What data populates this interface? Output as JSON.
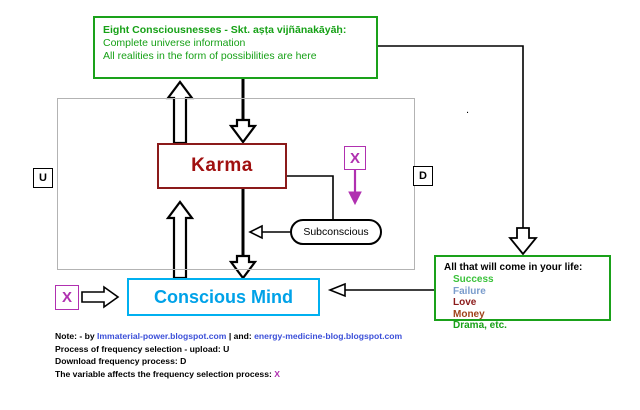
{
  "eight": {
    "title": "Eight Consciousnesses - Skt. aṣṭa vijñānakāyāḥ:",
    "line2": "Complete universe information",
    "line3": "All realities in the form of possibilities are here",
    "color": "#17a117"
  },
  "karma": {
    "label": "Karma",
    "color": "#a01010",
    "border": "#8b1a1a"
  },
  "subconscious": {
    "label": "Subconscious"
  },
  "conscious": {
    "label": "Conscious Mind",
    "color": "#00a2e8",
    "border": "#00b0f0"
  },
  "life": {
    "header": "All that will come in your life:",
    "items": [
      {
        "label": "Success",
        "color": "#3bc23b"
      },
      {
        "label": "Failure",
        "color": "#7a9ccc"
      },
      {
        "label": "Love",
        "color": "#8b1a1a"
      },
      {
        "label": "Money",
        "color": "#a0431a"
      },
      {
        "label": "Drama, etc.",
        "color": "#1aa11a"
      }
    ],
    "border": "#1aa11a"
  },
  "tags": {
    "u": "U",
    "d": "D",
    "x_top": "X",
    "x_left": "X",
    "x_color": "#b030b0"
  },
  "notes": {
    "label": "Note:",
    "credit_prefix": "- by ",
    "credit_1": "Immaterial-power.blogspot.com",
    "credit_mid": " | and: ",
    "credit_2": "energy-medicine-blog.blogspot.com",
    "line2_text": "Process of frequency selection - upload: ",
    "line2_key": "U",
    "line3_text": "Download frequency process: ",
    "line3_key": "D",
    "line4_text": "The variable affects the frequency selection process: ",
    "line4_key": "X",
    "link_color": "#3b4fd8"
  },
  "dot": "."
}
